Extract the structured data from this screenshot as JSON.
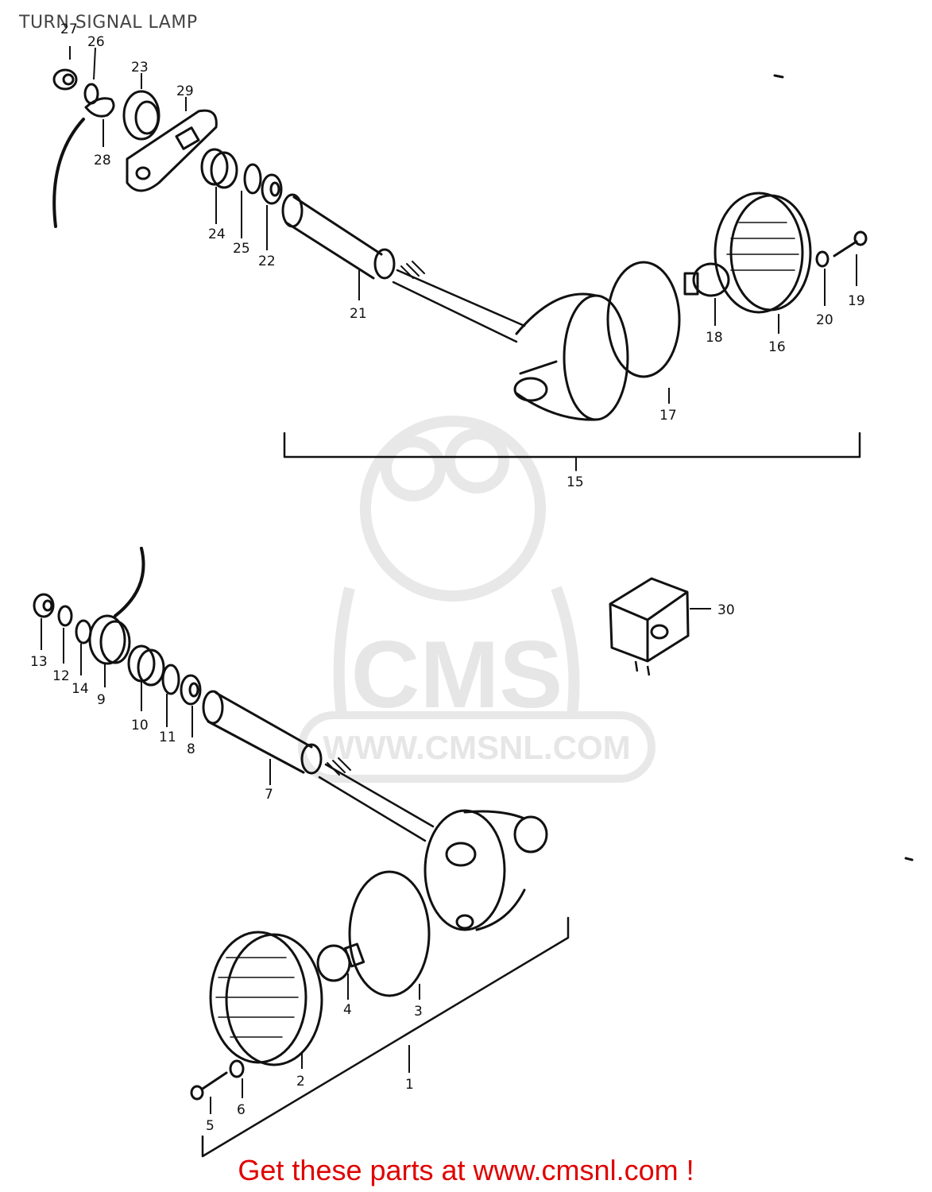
{
  "title": "TURN SIGNAL LAMP",
  "footer": "Get these parts at www.cmsnl.com !",
  "watermark": {
    "brand": "CMS",
    "url": "WWW.CMSNL.COM"
  },
  "colors": {
    "line": "#111111",
    "footer": "#e00000",
    "watermark": "#e6e6e6"
  },
  "labels": {
    "l1": "1",
    "l2": "2",
    "l3": "3",
    "l4": "4",
    "l5": "5",
    "l6": "6",
    "l7": "7",
    "l8": "8",
    "l9": "9",
    "l10": "10",
    "l11": "11",
    "l12": "12",
    "l13": "13",
    "l14": "14",
    "l15": "15",
    "l16": "16",
    "l17": "17",
    "l18": "18",
    "l19": "19",
    "l20": "20",
    "l21": "21",
    "l22": "22",
    "l23": "23",
    "l24": "24",
    "l25": "25",
    "l26": "26",
    "l27": "27",
    "l28": "28",
    "l29": "29",
    "l30": "30"
  }
}
